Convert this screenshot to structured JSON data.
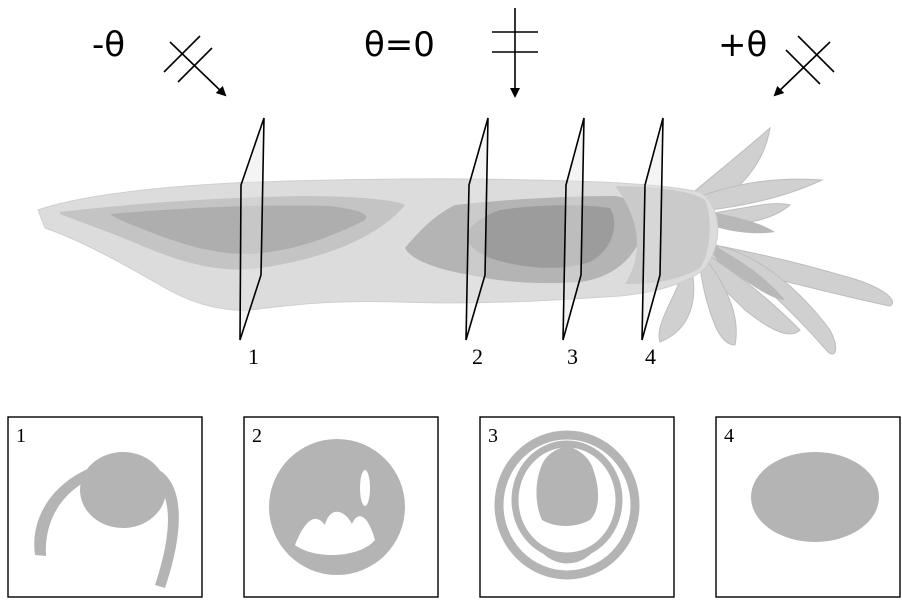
{
  "angles": {
    "left": "-θ",
    "center": "θ=0",
    "right": "+θ"
  },
  "planes": [
    "1",
    "2",
    "3",
    "4"
  ],
  "panels": [
    "1",
    "2",
    "3",
    "4"
  ],
  "colors": {
    "body_light": "#dcdcdc",
    "body_mid": "#c2c2c2",
    "body_dark": "#a9a9a9",
    "section": "#b4b4b4",
    "outline": "#000000"
  }
}
